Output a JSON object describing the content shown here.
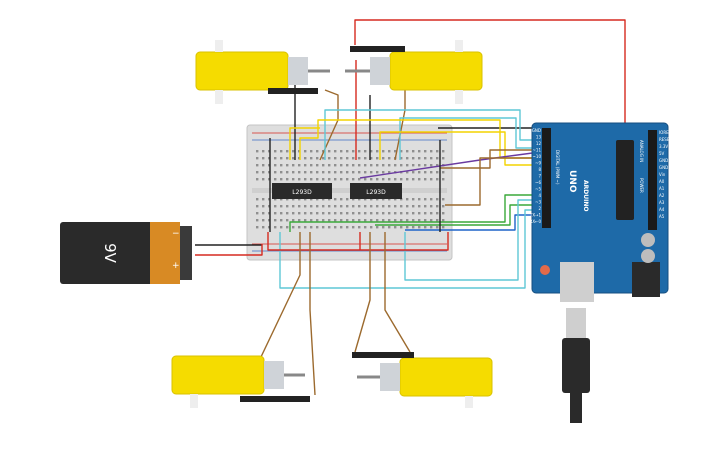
{
  "circuit": {
    "battery": {
      "label": "9V",
      "minus": "−",
      "plus": "+"
    },
    "drivers": [
      {
        "label": "L293D"
      },
      {
        "label": "L293D"
      }
    ],
    "arduino": {
      "model": "UNO",
      "brand": "ARDUINO",
      "left_pins": [
        "GND",
        "13",
        "12",
        "~11",
        "~10",
        "~9",
        "8",
        "7",
        "~6",
        "~5",
        "4",
        "~3",
        "2",
        "TX→1",
        "RX←0"
      ],
      "header_label": "DIGITAL (PWM ~)",
      "right_pins": [
        "IOREF",
        "RESET",
        "3.3V",
        "5V",
        "GND",
        "GND",
        "Vin",
        "A0",
        "A1",
        "A2",
        "A3",
        "A4",
        "A5"
      ],
      "power_label": "POWER",
      "analog_label": "ANALOG IN"
    },
    "motors": [
      {
        "name": "motor-top-left"
      },
      {
        "name": "motor-top-right"
      },
      {
        "name": "motor-bottom-left"
      },
      {
        "name": "motor-bottom-right"
      }
    ],
    "colors": {
      "motor_body": "#f5dc00",
      "breadboard": "#dcdcdc",
      "arduino": "#1e6aa8",
      "wire_red": "#d62a20",
      "wire_black": "#222222",
      "wire_brown": "#9c6a2e",
      "wire_cyan": "#5fc7d6",
      "wire_yellow": "#f3d300",
      "wire_purple": "#6a3aa0",
      "wire_green": "#3aa83a",
      "wire_blue": "#1e64c8"
    }
  }
}
